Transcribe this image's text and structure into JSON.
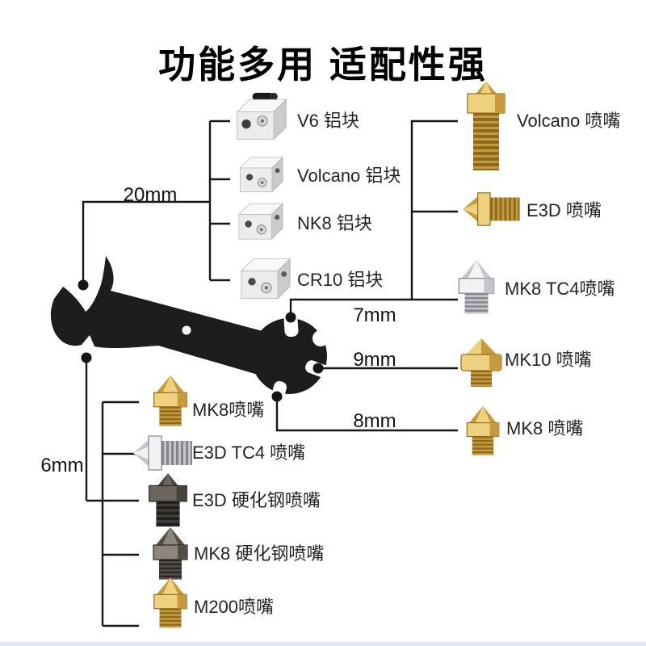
{
  "title": "功能多用 适配性强",
  "wrench": {
    "name": "multi-size-black-wrench",
    "color": "#1d1d1d"
  },
  "dimensions": {
    "top_left": "20mm",
    "right_top": "7mm",
    "right_mid": "9mm",
    "right_bottom": "8mm",
    "bottom_left": "6mm"
  },
  "blocks_group": {
    "items": [
      {
        "label": "V6 铝块",
        "icon": "heater-block-with-cartridge",
        "material_color": "#ececec"
      },
      {
        "label": "Volcano 铝块",
        "icon": "heater-block",
        "material_color": "#ececec"
      },
      {
        "label": "NK8 铝块",
        "icon": "heater-block",
        "material_color": "#ececec"
      },
      {
        "label": "CR10 铝块",
        "icon": "heater-block",
        "material_color": "#ececec"
      }
    ]
  },
  "right_group": {
    "items": [
      {
        "label": "Volcano 喷嘴",
        "icon": "volcano-nozzle",
        "material_color": "#c79a3d"
      },
      {
        "label": "E3D 喷嘴",
        "icon": "e3d-nozzle-side",
        "material_color": "#c79a3d"
      },
      {
        "label": "MK8 TC4喷嘴",
        "icon": "mk8-nozzle",
        "material_color": "#c3c5cb"
      },
      {
        "label": "MK10 喷嘴",
        "icon": "mk10-nozzle",
        "material_color": "#c79a3d"
      },
      {
        "label": "MK8 喷嘴",
        "icon": "mk8-nozzle",
        "material_color": "#c79a3d"
      }
    ]
  },
  "left_group": {
    "items": [
      {
        "label": "MK8喷嘴",
        "icon": "mk8-nozzle",
        "material_color": "#c79a3d"
      },
      {
        "label": "E3D TC4 喷嘴",
        "icon": "e3d-nozzle-side",
        "material_color": "#c3c5cb"
      },
      {
        "label": "E3D 硬化钢喷嘴",
        "icon": "e3d-hardened-nozzle",
        "material_color": "#45423c"
      },
      {
        "label": "MK8 硬化钢喷嘴",
        "icon": "mk8-nozzle",
        "material_color": "#544e46"
      },
      {
        "label": "M200喷嘴",
        "icon": "mk8-nozzle",
        "material_color": "#c79a3d"
      }
    ]
  },
  "footer": {
    "strip_color": "#dbe8f3"
  },
  "line_color": "#161616"
}
